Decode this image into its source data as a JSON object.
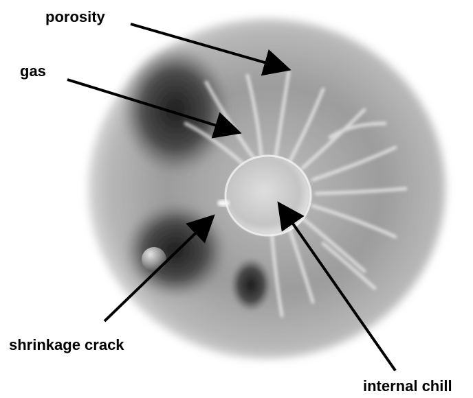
{
  "labels": {
    "porosity": "porosity",
    "gas": "gas",
    "shrinkage_crack": "shrinkage crack",
    "internal_chill": "internal chill"
  },
  "colors": {
    "background": "#ffffff",
    "casting_dark": "#2a2a2a",
    "casting_mid": "#8a8a8a",
    "casting_light": "#d8d8d8",
    "chill": "#c8c8c8",
    "arrow": "#000000",
    "sphere": "#9a9a9a"
  }
}
